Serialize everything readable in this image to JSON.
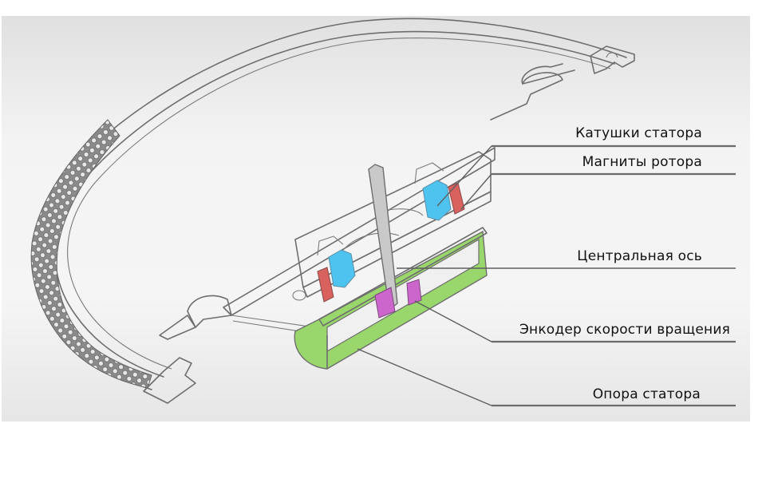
{
  "diagram": {
    "subject": "Motor cross-section (stator/rotor assembly)",
    "colors": {
      "stator_coils": "#4fc3f0",
      "rotor_magnets": "#d9625e",
      "encoder": "#cc66cc",
      "stator_support": "#99d66b",
      "outline": "#6e6e6e",
      "background": "#f1f1f1"
    },
    "labels": [
      {
        "id": "stator-coils",
        "text": "Катушки статора"
      },
      {
        "id": "rotor-magnets",
        "text": "Магниты ротора"
      },
      {
        "id": "central-axis",
        "text": "Центральная ось"
      },
      {
        "id": "speed-encoder",
        "text": "Энкодер скорости вращения"
      },
      {
        "id": "stator-support",
        "text": "Опора статора"
      }
    ]
  }
}
